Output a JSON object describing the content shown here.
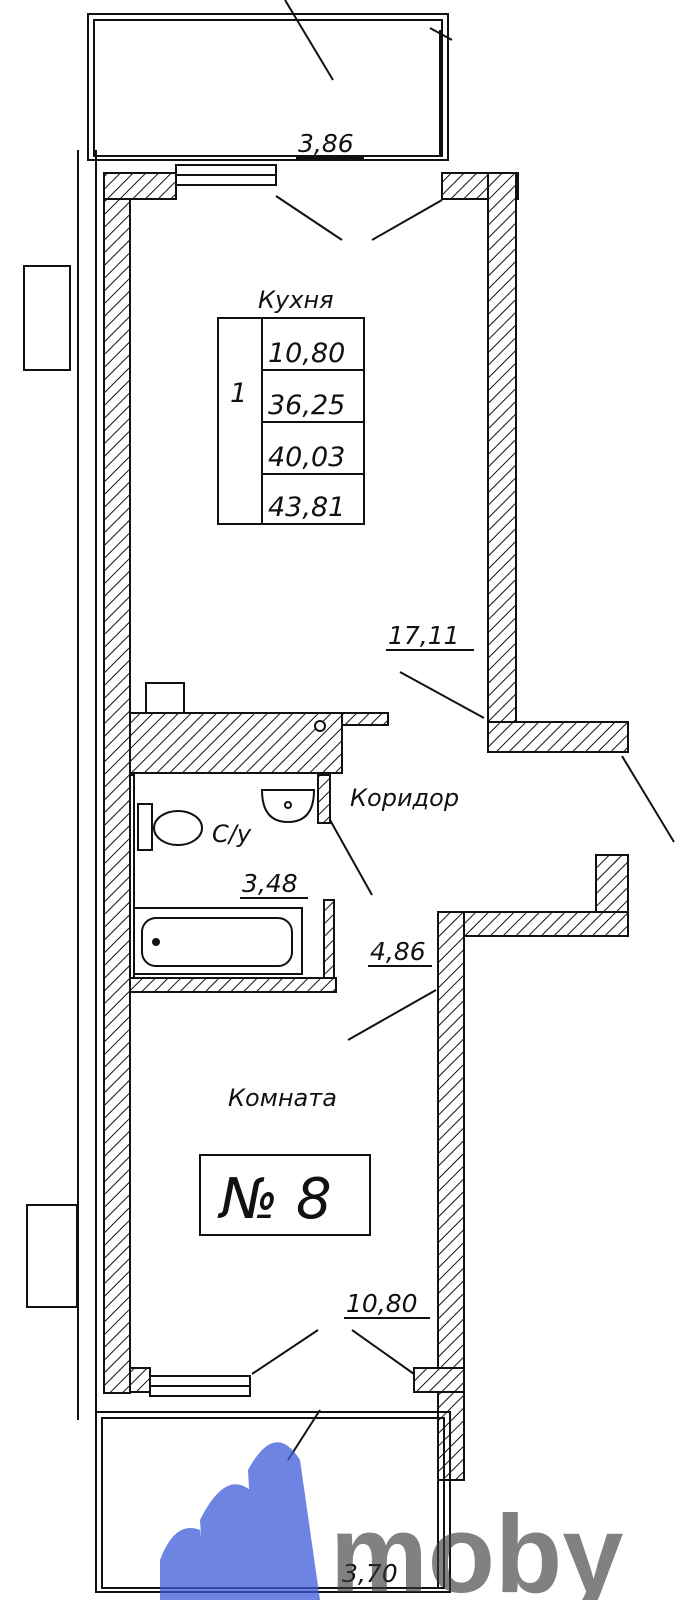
{
  "rooms": {
    "balcony_top": {
      "area": "3,86"
    },
    "kitchen": {
      "name": "Кухня",
      "area": "17,11"
    },
    "corridor": {
      "name": "Коридор",
      "area": "4,86"
    },
    "bathroom": {
      "name": "С/у",
      "area": "3,48"
    },
    "room": {
      "name": "Комната",
      "area": "10,80"
    },
    "balcony_bottom": {
      "area": "3,70"
    }
  },
  "summary_table": {
    "rooms_count": "1",
    "values": [
      "10,80",
      "36,25",
      "40,03",
      "43,81"
    ]
  },
  "flat_number": "№ 8",
  "watermark": {
    "text": "moby",
    "color": "#3d5bd9"
  }
}
